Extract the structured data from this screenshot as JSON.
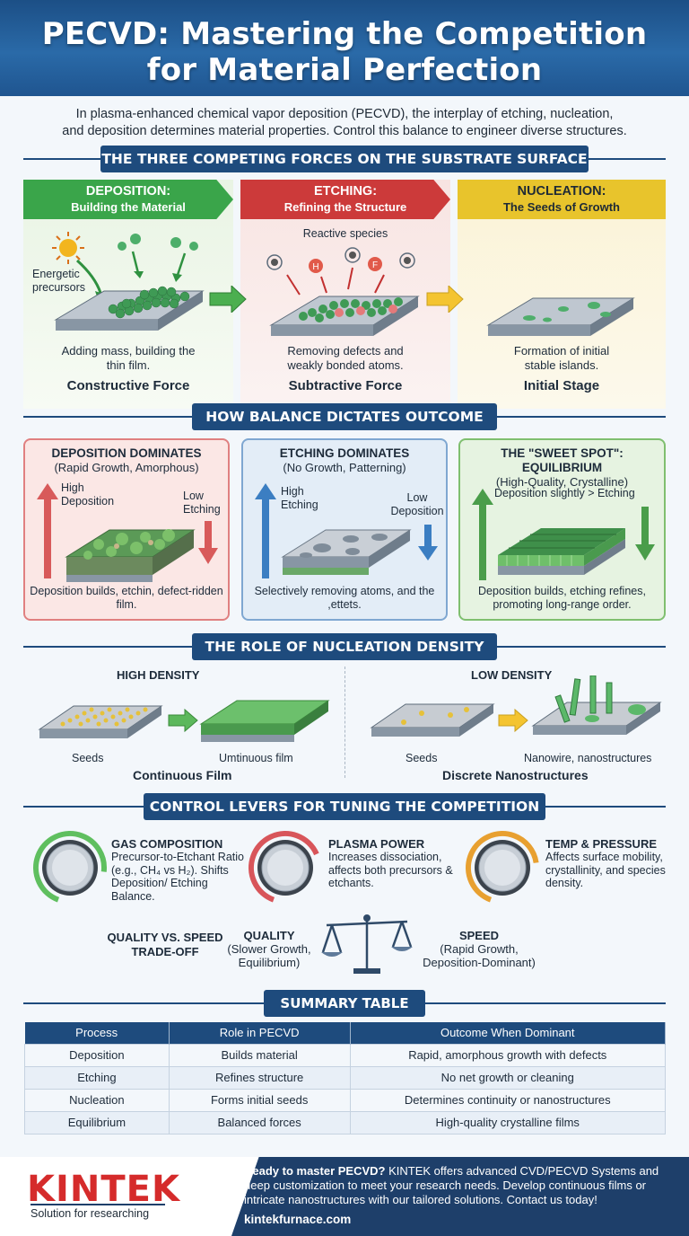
{
  "header": {
    "title_line1": "PECVD: Mastering the Competition",
    "title_line2": "for Material Perfection"
  },
  "intro": {
    "line1": "In plasma-enhanced chemical vapor deposition (PECVD), the interplay of etching, nucleation,",
    "line2": "and deposition determines material properties. Control this balance to engineer diverse structures."
  },
  "section1": {
    "title": "THE THREE COMPETING FORCES ON THE SUBSTRATE SURFACE"
  },
  "deposition": {
    "title": "DEPOSITION:",
    "subtitle": "Building the Material",
    "label": "Energetic precursors",
    "caption": "Adding mass, building the thin film.",
    "force": "Constructive Force",
    "color": "#3aa54a"
  },
  "etching": {
    "title": "ETCHING:",
    "subtitle": "Refining the Structure",
    "label": "Reactive species",
    "caption": "Removing defects and weakly bonded atoms.",
    "force": "Subtractive Force",
    "color": "#cc3a3a",
    "ions": [
      "H",
      "F"
    ]
  },
  "nucleation": {
    "title": "NUCLEATION:",
    "subtitle": "The Seeds of Growth",
    "caption": "Formation of initial stable islands.",
    "force": "Initial Stage",
    "color": "#e8c42c"
  },
  "section2": {
    "title": "HOW BALANCE DICTATES OUTCOME"
  },
  "card_dep": {
    "title": "DEPOSITION DOMINATES",
    "subtitle": "(Rapid Growth, Amorphous)",
    "up": "High Deposition",
    "down": "Low Etching",
    "caption": "Deposition builds, etchin, defect-ridden film."
  },
  "card_etch": {
    "title": "ETCHING DOMINATES",
    "subtitle": "(No Growth, Patterning)",
    "up": "High Etching",
    "down": "Low Deposition",
    "caption": "Selectively removing atoms, and the ,ettets."
  },
  "card_eq": {
    "title": "THE \"SWEET SPOT\": EQUILIBRIUM",
    "subtitle": "(High-Quality, Crystalline)",
    "label": "Deposition slightly > Etching",
    "caption": "Deposition builds, etching refines, promoting long-range order."
  },
  "section3": {
    "title": "THE ROLE OF NUCLEATION DENSITY"
  },
  "high": {
    "title": "HIGH DENSITY",
    "seeds": "Seeds",
    "film": "Umtinuous film",
    "result": "Continuous Film"
  },
  "low": {
    "title": "LOW DENSITY",
    "seeds": "Seeds",
    "nano": "Nanowire, nanostructures",
    "result": "Discrete Nanostructures"
  },
  "section4": {
    "title": "CONTROL LEVERS FOR TUNING THE COMPETITION"
  },
  "levers": [
    {
      "title": "GAS COMPOSITION",
      "text": "Precursor-to-Etchant Ratio (e.g., CH₄ vs H₂). Shifts Deposition/ Etching Balance.",
      "color": "#5fbf5f"
    },
    {
      "title": "PLASMA POWER",
      "text": "Increases dissociation, affects both precursors & etchants.",
      "color": "#d8555a"
    },
    {
      "title": "TEMP & PRESSURE",
      "text": "Affects surface mobility, crystallinity, and species density.",
      "color": "#e8a030"
    }
  ],
  "tradeoff": {
    "title": "QUALITY VS. SPEED TRADE-OFF",
    "quality": "QUALITY",
    "quality_sub": "(Slower Growth, Equilibrium)",
    "speed": "SPEED",
    "speed_sub": "(Rapid Growth, Deposition-Dominant)"
  },
  "section5": {
    "title": "SUMMARY TABLE"
  },
  "table": {
    "headers": [
      "Process",
      "Role in PECVD",
      "Outcome When Dominant"
    ],
    "rows": [
      [
        "Deposition",
        "Builds material",
        "Rapid, amorphous growth with defects"
      ],
      [
        "Etching",
        "Refines structure",
        "No net growth or cleaning"
      ],
      [
        "Nucleation",
        "Forms initial seeds",
        "Determines continuity or nanostructures"
      ],
      [
        "Equilibrium",
        "Balanced forces",
        "High-quality crystalline films"
      ]
    ]
  },
  "footer": {
    "brand": "KINTEK",
    "tagline": "Solution for researching",
    "cta_bold": "Ready to master PECVD?",
    "cta": " KINTEK offers advanced CVD/PECVD Systems and deep customization to meet your research needs. Develop continuous films or intricate nanostructures with our tailored solutions. Contact us today!",
    "url": "kintekfurnace.com"
  }
}
